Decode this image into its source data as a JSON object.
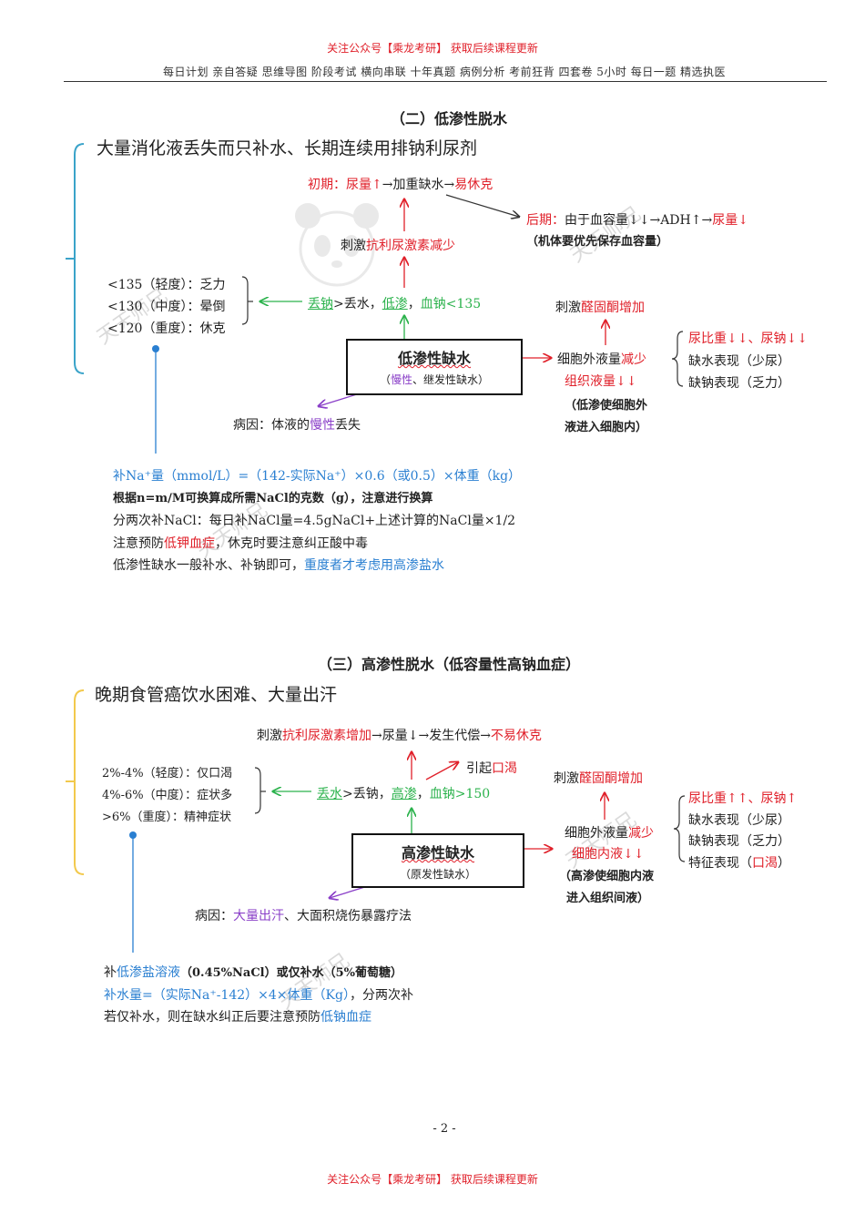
{
  "header": {
    "promo": "关注公众号【乘龙考研】 获取后续课程更新",
    "subtitle": "每日计划 亲自答疑 思维导图 阶段考试 横向串联 十年真题 病例分析 考前狂背 四套卷 5小时 每日一题 精选执医"
  },
  "footer": {
    "page": "- 2 -",
    "promo": "关注公众号【乘龙考研】 获取后续课程更新"
  },
  "watermark": {
    "text": "天天师兄"
  },
  "colors": {
    "red": "#e0202a",
    "green": "#2bb24c",
    "blue": "#2a7fd1",
    "purple": "#8a3fc8",
    "bracket": "#3aa3c9",
    "bracket2": "#f2c94c"
  },
  "section2": {
    "title": "（二）低渗性脱水",
    "cause": "大量消化液丢失而只补水、长期连续用排钠利尿剂",
    "early": {
      "prefix": "初期：",
      "a": "尿量↑",
      "mid": "→加重缺水→",
      "b": "易休克"
    },
    "late": {
      "prefix": "后期：",
      "text": "由于血容量↓↓→ADH↑→",
      "b": "尿量↓",
      "note": "（机体要优先保存血容量）"
    },
    "stim": {
      "prefix": "刺激",
      "red": "抗利尿激素减少"
    },
    "severity": [
      "<135（轻度）：乏力",
      "<130（中度）：晕倒",
      "<120（重度）：休克"
    ],
    "mid_line": {
      "a": "丢钠",
      "b": ">丢水，",
      "c": "低渗",
      "d": "，",
      "e": "血钠<135"
    },
    "aldo": {
      "prefix": "刺激",
      "red": "醛固酮增加"
    },
    "box": {
      "main": "低渗性缺水",
      "sub_a": "（",
      "sub_b": "慢性",
      "sub_c": "、继发性缺水）"
    },
    "ecf": {
      "a": "细胞外液量",
      "b": "减少",
      "c": "组织液量↓↓",
      "note1": "（低渗使细胞外",
      "note2": "液进入细胞内）"
    },
    "right": {
      "r1a": "尿比重↓↓、尿钠↓↓",
      "r2": "缺水表现（少尿）",
      "r3": "缺钠表现（乏力）"
    },
    "etiology": {
      "a": "病因：体液的",
      "b": "慢性",
      "c": "丢失"
    },
    "treat": [
      "补Na⁺量（mmol/L）=（142-实际Na⁺）×0.6（或0.5）×体重（kg）",
      "根据n=m/M可换算成所需NaCl的克数（g），注意进行换算",
      "分两次补NaCl：每日补NaCl量=4.5gNaCl+上述计算的NaCl量×1/2",
      "注意预防",
      "低钾血症",
      "，休克时要注意纠正酸中毒",
      "低渗性缺水一般补水、补钠即可，",
      "重度者才考虑用高渗盐水"
    ]
  },
  "section3": {
    "title": "（三）高渗性脱水（低容量性高钠血症）",
    "cause": "晚期食管癌饮水困难、大量出汗",
    "stim": {
      "prefix": "刺激",
      "red": "抗利尿激素增加",
      "mid": "→尿量↓→发生代偿→",
      "b": "不易休克"
    },
    "thirst": {
      "prefix": "引起",
      "red": "口渴"
    },
    "severity": [
      "2%-4%（轻度）：仅口渴",
      "4%-6%（中度）：症状多",
      ">6%（重度）：精神症状"
    ],
    "mid_line": {
      "a": "丢水",
      "b": ">丢钠，",
      "c": "高渗",
      "d": "，",
      "e": "血钠>150"
    },
    "aldo": {
      "prefix": "刺激",
      "red": "醛固酮增加"
    },
    "box": {
      "main": "高渗性缺水",
      "sub": "（原发性缺水）"
    },
    "ecf": {
      "a": "细胞外液量",
      "b": "减少",
      "c": "细胞内液↓↓",
      "note1": "（高渗使细胞内液",
      "note2": "进入组织间液）"
    },
    "right": {
      "r1": "尿比重↑↑、尿钠↑",
      "r2": "缺水表现（少尿）",
      "r3": "缺钠表现（乏力）",
      "r4a": "特征表现（",
      "r4b": "口渴",
      "r4c": "）"
    },
    "etiology": {
      "a": "病因：",
      "b": "大量出汗",
      "c": "、大面积烧伤暴露疗法"
    },
    "treat": {
      "l1a": "补",
      "l1b": "低渗盐溶液",
      "l1c": "（0.45%NaCl）或仅补水（5%葡萄糖）",
      "l2a": "补水量=（实际Na⁺-142）×4×体重（Kg）",
      "l2b": "，分两次补",
      "l3a": "若仅补水，则在缺水纠正后要注意预防",
      "l3b": "低钠血症"
    }
  }
}
